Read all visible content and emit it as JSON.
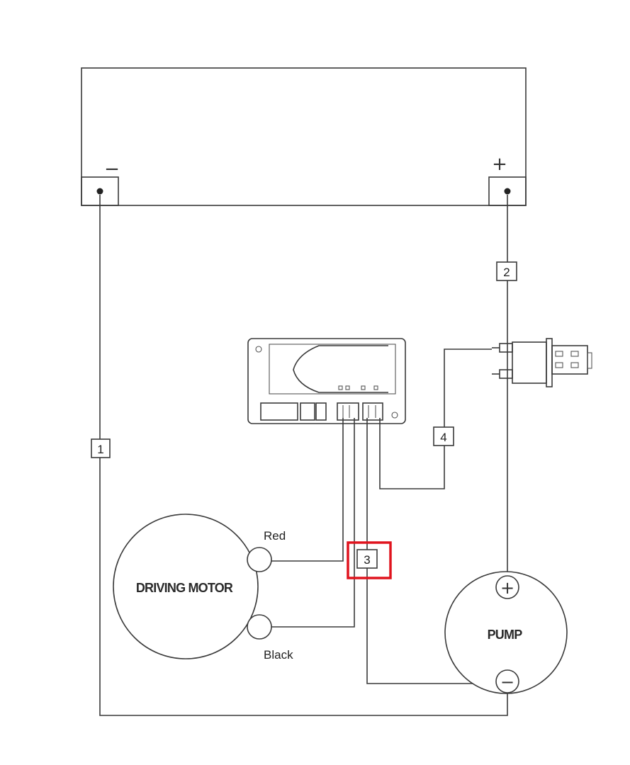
{
  "diagram": {
    "battery": {
      "neg_symbol": "−",
      "pos_symbol": "+"
    },
    "wires": {
      "w1": "1",
      "w2": "2",
      "w3": "3",
      "w4": "4"
    },
    "motor": {
      "label": "DRIVING MOTOR",
      "red_label": "Red",
      "black_label": "Black"
    },
    "pump": {
      "label": "PUMP",
      "pos_symbol": "+",
      "neg_symbol": "−"
    },
    "highlight_color": "#e0141e",
    "line_color": "#3a3a3a"
  }
}
